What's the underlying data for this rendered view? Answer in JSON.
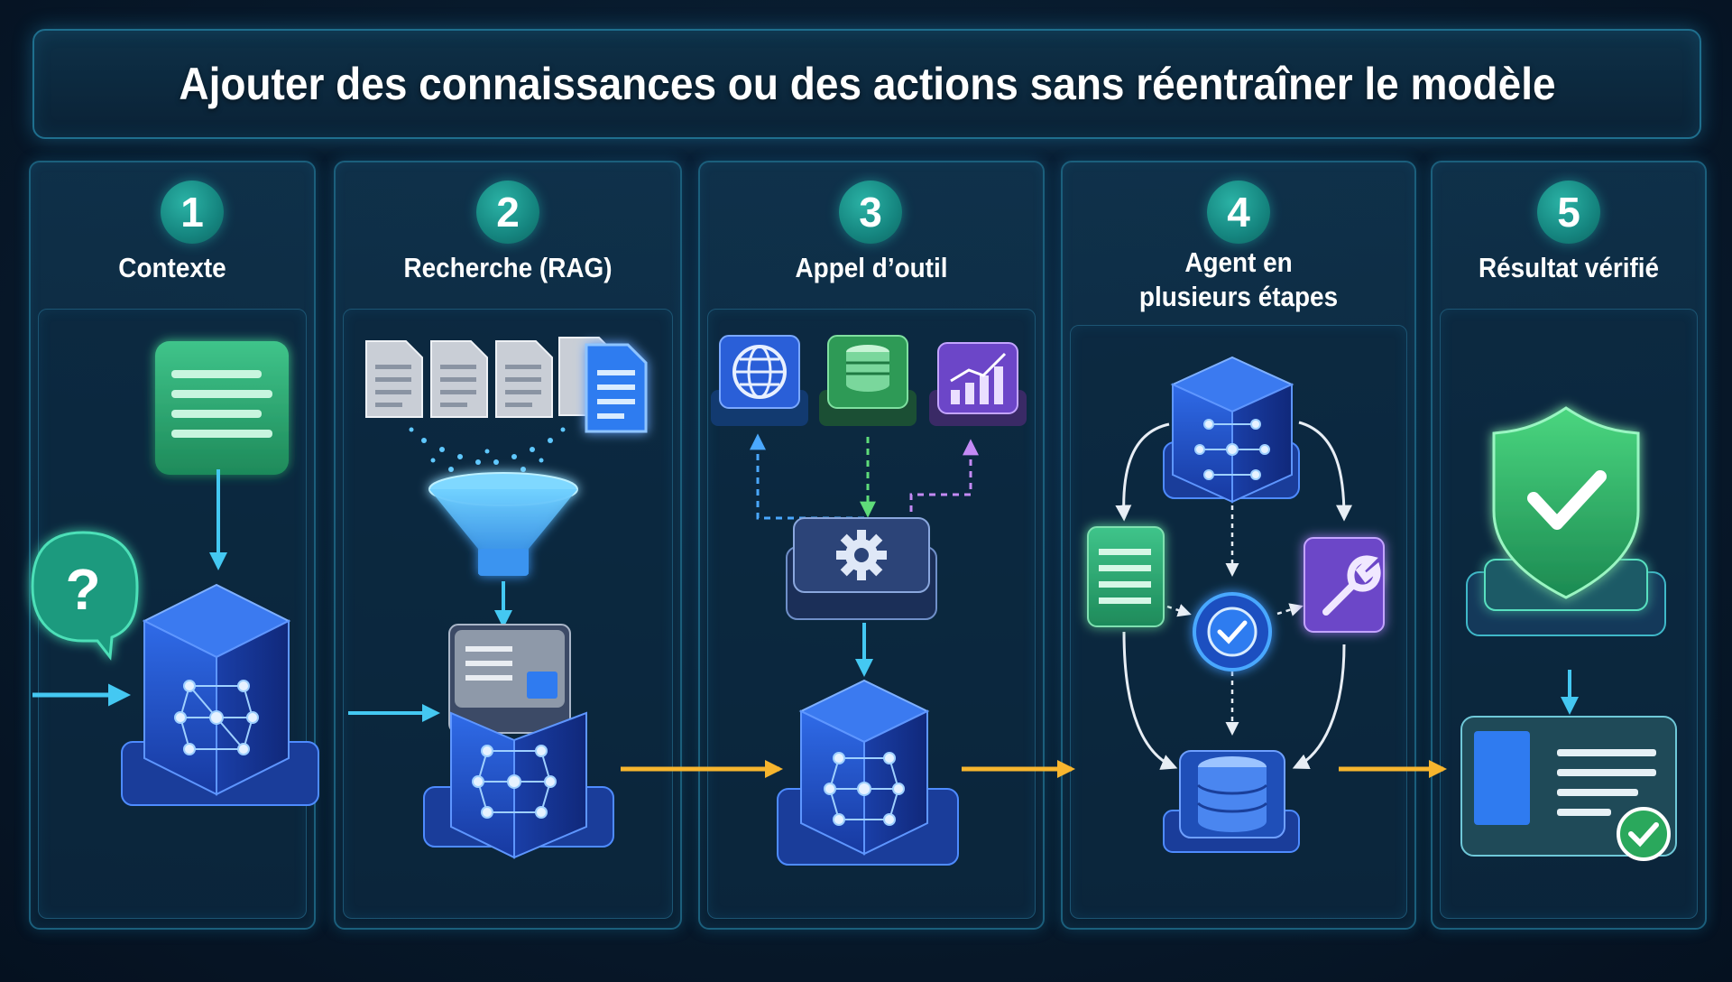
{
  "title": "Ajouter des connaissances ou des actions sans réentraîner le modèle",
  "steps": [
    {
      "number": "1",
      "label": "Contexte"
    },
    {
      "number": "2",
      "label": "Recherche (RAG)"
    },
    {
      "number": "3",
      "label": "Appel d’outil"
    },
    {
      "number": "4",
      "label_line1": "Agent en",
      "label_line2": "plusieurs étapes"
    },
    {
      "number": "5",
      "label": "Résultat vérifié"
    }
  ],
  "colors": {
    "teal": "#1a9a8e",
    "blue": "#2e6fe0",
    "green": "#2ea86a",
    "purple": "#7b4fd0",
    "arrow_yellow": "#f7b52e",
    "arrow_cyan": "#36c3f0"
  },
  "icons": {
    "step1": [
      "text-note-icon",
      "question-bubble-icon",
      "model-cube-icon"
    ],
    "step2": [
      "document-icon",
      "funnel-icon",
      "retrieved-card-icon",
      "model-cube-icon"
    ],
    "step3": [
      "globe-icon",
      "database-icon",
      "chart-icon",
      "gear-icon",
      "model-cube-icon"
    ],
    "step4": [
      "model-cube-icon",
      "text-note-icon",
      "check-icon",
      "wrench-icon",
      "database-icon"
    ],
    "step5": [
      "shield-check-icon",
      "result-card-icon",
      "check-badge-icon"
    ]
  }
}
